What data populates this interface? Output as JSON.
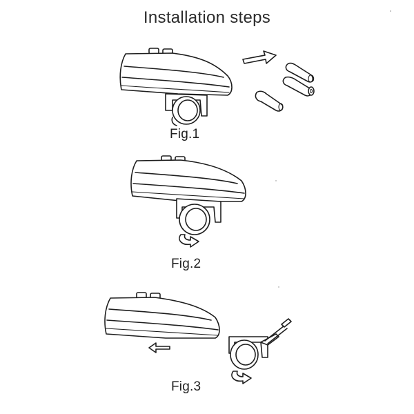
{
  "title": "Installation steps",
  "figures": [
    {
      "label": "Fig.1",
      "parts": [
        "light-body",
        "handlebar-clamp",
        "batteries",
        "insert-arrow"
      ]
    },
    {
      "label": "Fig.2",
      "parts": [
        "light-body",
        "handlebar-clamp",
        "tighten-arrow"
      ]
    },
    {
      "label": "Fig.3",
      "parts": [
        "light-body",
        "slide-arrow",
        "handlebar-clamp",
        "tighten-arrow",
        "screwdriver"
      ]
    }
  ],
  "colors": {
    "line": "#1e1e1e",
    "background": "#ffffff",
    "text": "#2a2a2a"
  }
}
